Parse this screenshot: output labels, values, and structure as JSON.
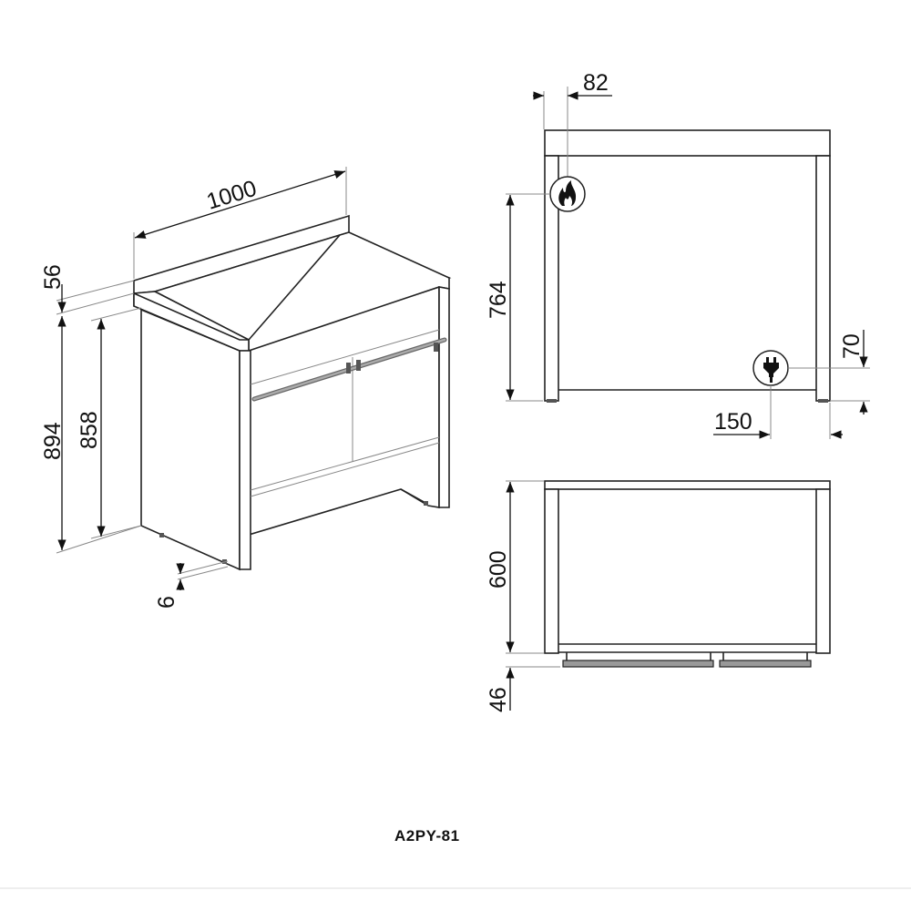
{
  "model": "A2PY-81",
  "dimensions": {
    "width": "1000",
    "upstand": "56",
    "total_height": "894",
    "worktop_height": "858",
    "feet": "6",
    "gas_offset": "82",
    "gas_height": "764",
    "elec_height": "70",
    "elec_offset": "150",
    "depth": "600",
    "handle_depth": "46"
  },
  "icons": {
    "gas": "flame-icon",
    "electric": "plug-icon"
  },
  "colors": {
    "line": "#222222",
    "handle": "#999999"
  }
}
